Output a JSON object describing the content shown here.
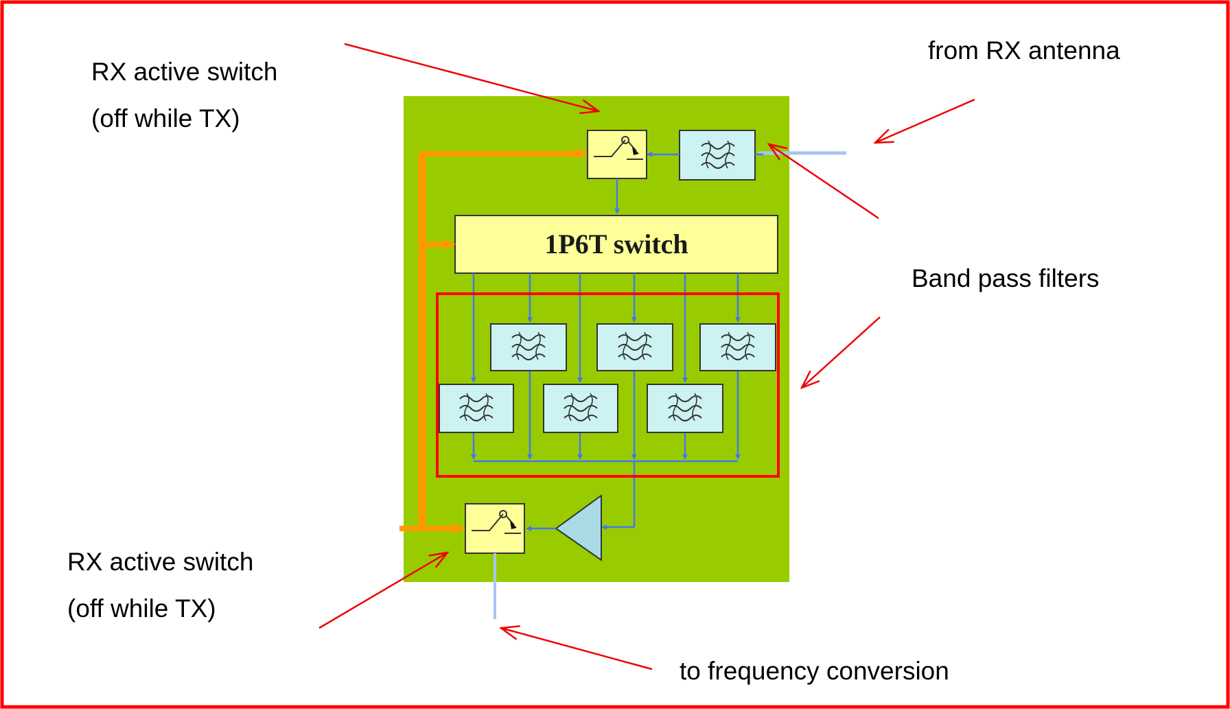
{
  "labels": {
    "rx_switch_top_line1": "RX active switch",
    "rx_switch_top_line2": "(off while TX)",
    "rx_switch_bottom_line1": "RX active switch",
    "rx_switch_bottom_line2": "(off while TX)",
    "from_rx_antenna": "from RX antenna",
    "band_pass_filters": "Band pass filters",
    "to_frequency_conversion": "to frequency conversion"
  },
  "blocks": {
    "switch_1p6t": "1P6T switch"
  },
  "colors": {
    "frame": "#ff0000",
    "board": "#99cc00",
    "switch_block": "#ffff99",
    "filter_block": "#ccf2f2",
    "signal_line": "#4477ee",
    "control_line": "#ff9900",
    "annotation_arrow": "#ee0000",
    "antenna_line": "#a8c4f0"
  },
  "icons": {
    "switch": "switch-icon",
    "filter": "band-pass-filter-icon",
    "amplifier": "amplifier-triangle-icon"
  }
}
